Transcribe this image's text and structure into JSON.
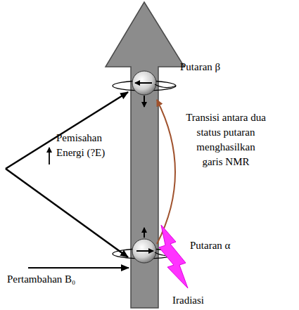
{
  "diagram": {
    "labels": [
      "Putaran β",
      "Pemisahan Energi (?E)",
      "Transisi antara dua status putaran menghasilkan garis NMR",
      "Putaran α",
      "Pertambahan B₀",
      "Iradiasi"
    ]
  }
}
